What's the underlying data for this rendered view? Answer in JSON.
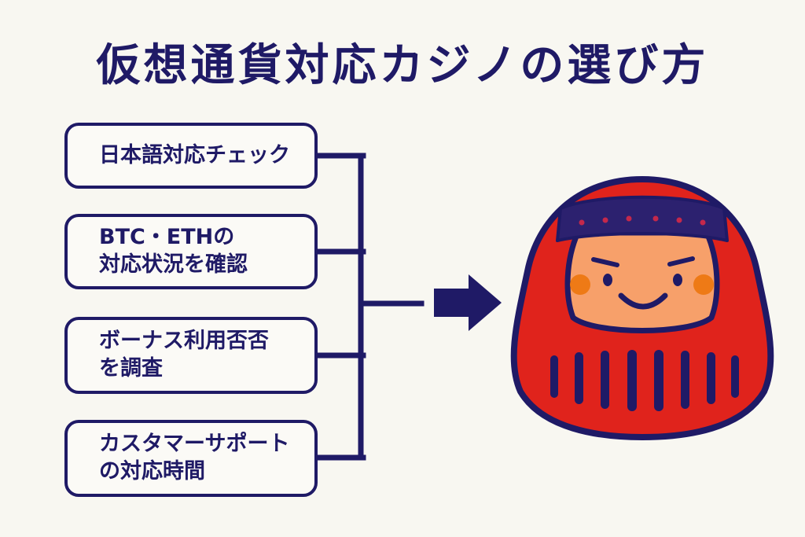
{
  "title": "仮想通貨対応カジノの選び方",
  "steps": [
    {
      "lines": [
        "日本語対応チェック"
      ]
    },
    {
      "lines": [
        "BTC・ETHの",
        "対応状況を確認"
      ]
    },
    {
      "lines": [
        "ボーナス利用否否",
        "を調査"
      ]
    },
    {
      "lines": [
        "カスタマーサポート",
        "の対応時間"
      ]
    }
  ],
  "colors": {
    "background": "#f8f7f1",
    "navy": "#1f1a66",
    "daruma_red": "#e0231c",
    "face": "#f7a06a",
    "cheek": "#ee7a16"
  },
  "icons": {
    "arrow": "right-arrow-icon",
    "mascot": "daruma-icon"
  }
}
